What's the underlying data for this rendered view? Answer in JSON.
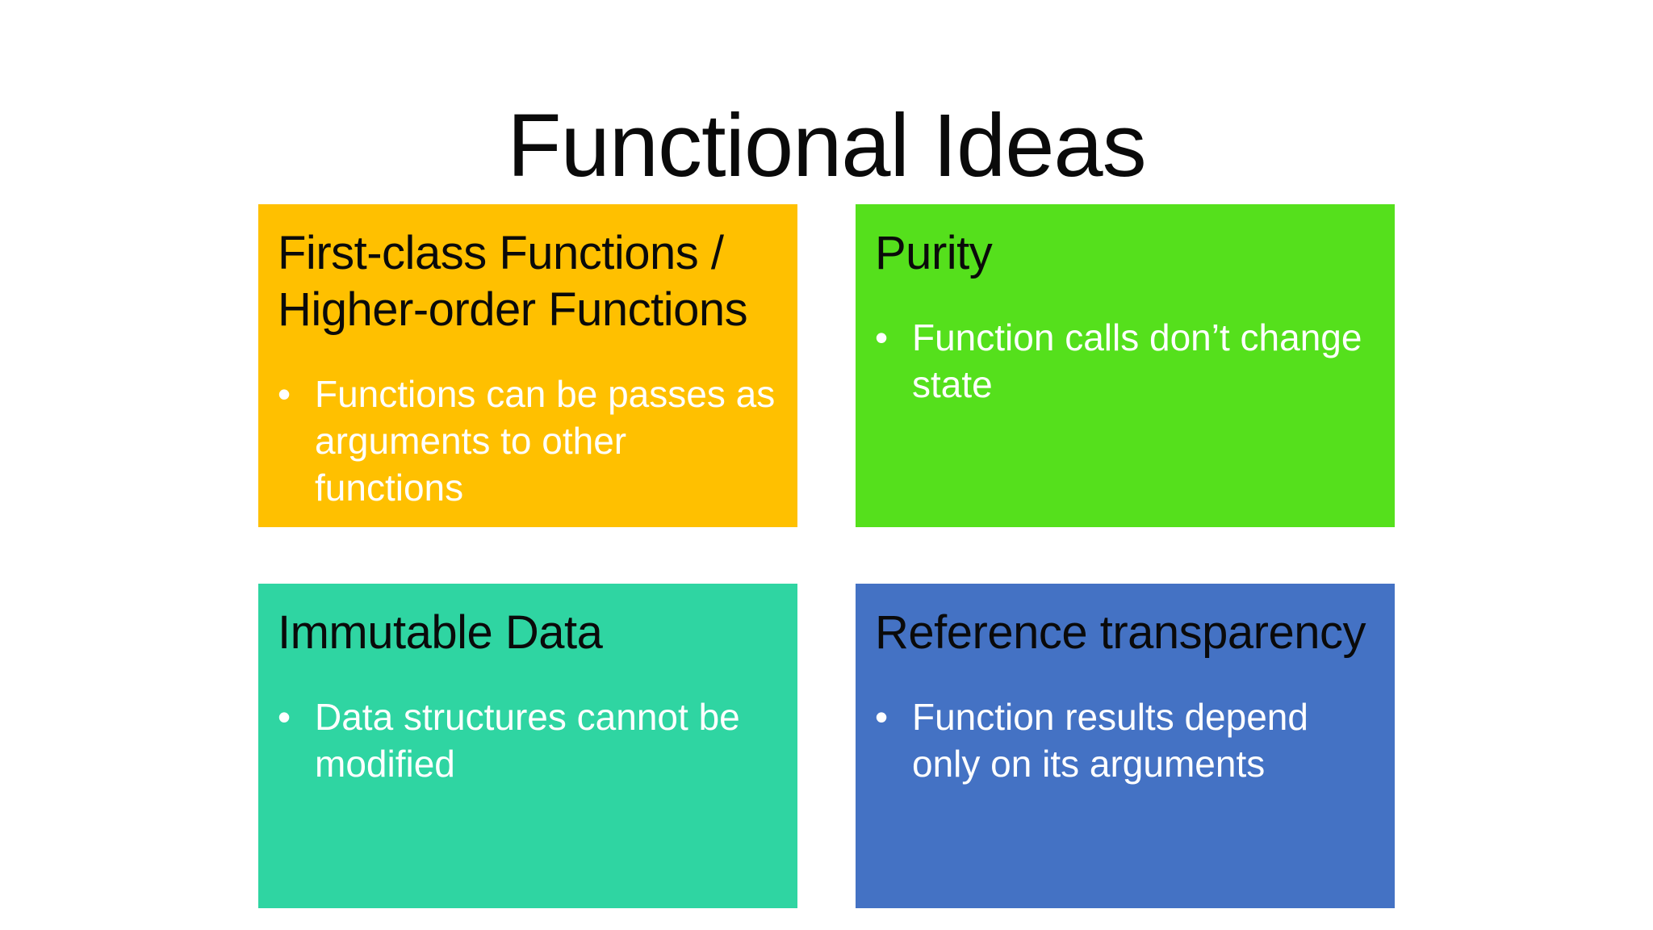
{
  "slide": {
    "title": "Functional Ideas",
    "bullet_char": "•",
    "colors": {
      "background": "#FFFFFF",
      "title_text": "#0A0A0A"
    },
    "cards": [
      {
        "name": "first-class-higher-order-functions",
        "title": "First-class Functions / Higher-order Functions",
        "bullets": [
          "Functions can be passes as arguments to other functions"
        ],
        "bg": "#FFC000",
        "title_color": "#0A0A0A",
        "body_color": "#FFFFFF"
      },
      {
        "name": "purity",
        "title": "Purity",
        "bullets": [
          "Function calls don’t change state"
        ],
        "bg": "#55E01C",
        "title_color": "#0A0A0A",
        "body_color": "#FFFFFF"
      },
      {
        "name": "immutable-data",
        "title": "Immutable Data",
        "bullets": [
          "Data structures cannot be modified"
        ],
        "bg": "#2FD5A2",
        "title_color": "#0A0A0A",
        "body_color": "#FFFFFF"
      },
      {
        "name": "reference-transparency",
        "title": "Reference transparency",
        "bullets": [
          "Function results depend only on its arguments"
        ],
        "bg": "#4472C4",
        "title_color": "#0A0A0A",
        "body_color": "#FFFFFF"
      }
    ]
  }
}
